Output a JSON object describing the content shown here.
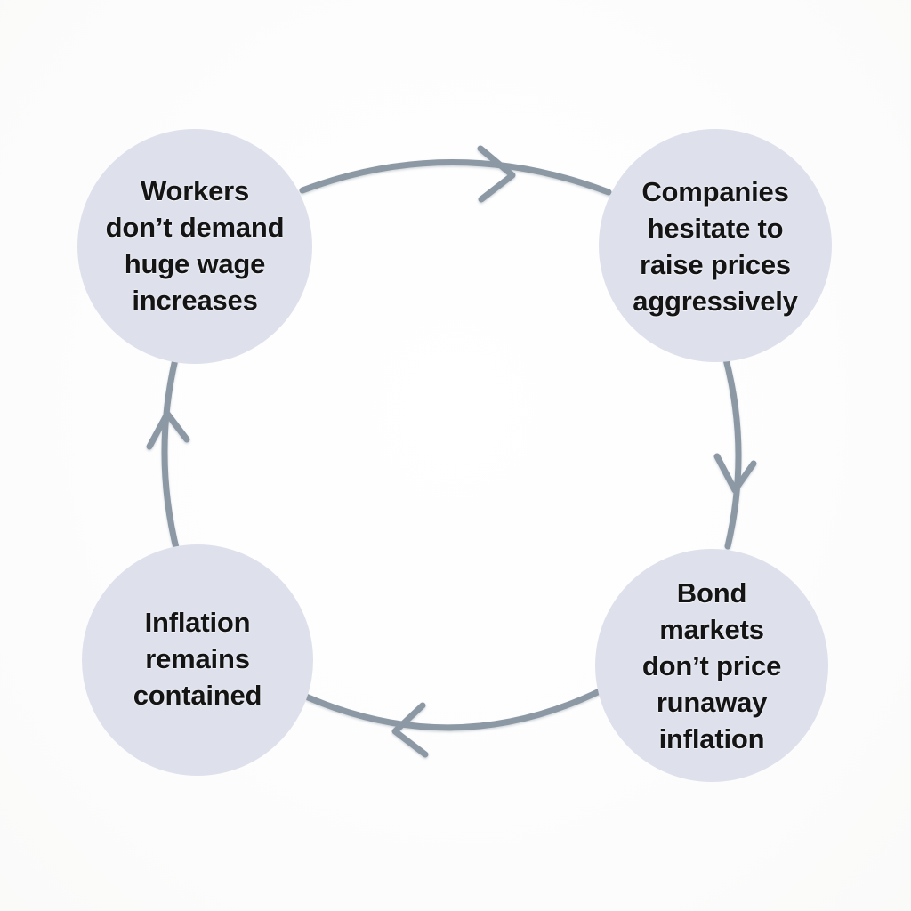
{
  "diagram": {
    "type": "cycle",
    "direction": "clockwise",
    "background_color": "#fcfcfd",
    "node_fill_color": "#dee1ec",
    "connector_color": "#8c98a4",
    "text_color": "#141414",
    "nodes": [
      {
        "id": "workers",
        "position": "top-left",
        "label": "Workers\ndon’t demand\nhuge wage\nincreases"
      },
      {
        "id": "companies",
        "position": "top-right",
        "label": "Companies\nhesitate to\nraise prices\naggressively"
      },
      {
        "id": "bond-markets",
        "position": "bottom-right",
        "label": "Bond\nmarkets\ndon’t price\nrunaway\ninflation"
      },
      {
        "id": "inflation",
        "position": "bottom-left",
        "label": "Inflation\nremains\ncontained"
      }
    ],
    "connectors": [
      {
        "id": "workers-to-companies",
        "from": "workers",
        "to": "companies",
        "side": "top",
        "arrow_direction": "right"
      },
      {
        "id": "companies-to-bond",
        "from": "companies",
        "to": "bond-markets",
        "side": "right",
        "arrow_direction": "down"
      },
      {
        "id": "bond-to-inflation",
        "from": "bond-markets",
        "to": "inflation",
        "side": "bottom",
        "arrow_direction": "left"
      },
      {
        "id": "inflation-to-workers",
        "from": "inflation",
        "to": "workers",
        "side": "left",
        "arrow_direction": "up"
      }
    ]
  }
}
